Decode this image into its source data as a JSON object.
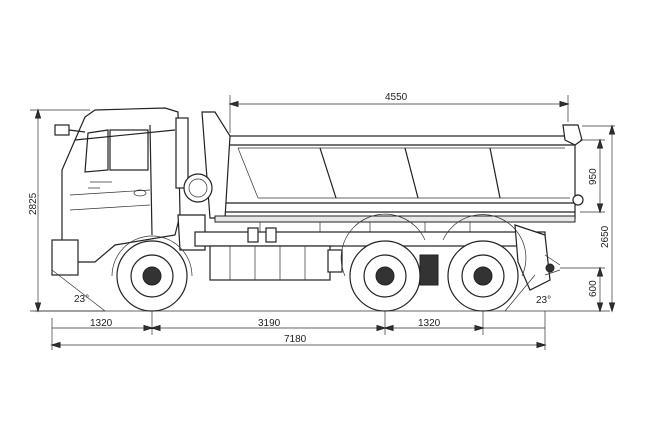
{
  "dimensions": {
    "body_length": "4550",
    "overall_height": "2825",
    "side_height": "950",
    "platform_height": "2650",
    "rear_overhang_height": "600",
    "front_overhang": "1320",
    "wheelbase": "3190",
    "bogie_spacing": "1320",
    "overall_length": "7180",
    "approach_angle": "23°",
    "departure_angle": "23°"
  }
}
